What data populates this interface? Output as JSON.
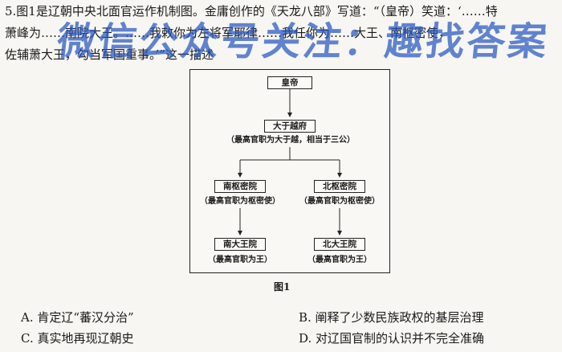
{
  "question": {
    "line1": "5.图1是辽朝中央北面官运作机制图。金庸创作的《天龙八部》写道：“（皇帝）笑道：‘……特",
    "line2": "萧峰为……南院大王。……我敕你为左将军耶律……我任你为……大王、南枢密使，",
    "line3": "佐辅萧大王，勾当军国重事。’”这一描述"
  },
  "watermark": "微信公众号关注：趣找答案",
  "diagram": {
    "emperor": "皇帝",
    "yuyue": "大于越府",
    "yuyue_note": "（最高官职为大于越，相当于三公）",
    "south_council": "南枢密院",
    "south_council_note": "（最高官职为枢密使）",
    "north_council": "北枢密院",
    "north_council_note": "（最高官职为枢密使）",
    "south_king": "南大王院",
    "south_king_note": "（最高官职为王）",
    "north_king": "北大王院",
    "north_king_note": "（最高官职为王）"
  },
  "figure_caption": "图1",
  "options": {
    "a": "A. 肯定辽“蕃汉分治”",
    "b": "B. 阐释了少数民族政权的基层治理",
    "c": "C. 真实地再现辽朝史",
    "d": "D. 对辽国官制的认识并不完全准确"
  }
}
